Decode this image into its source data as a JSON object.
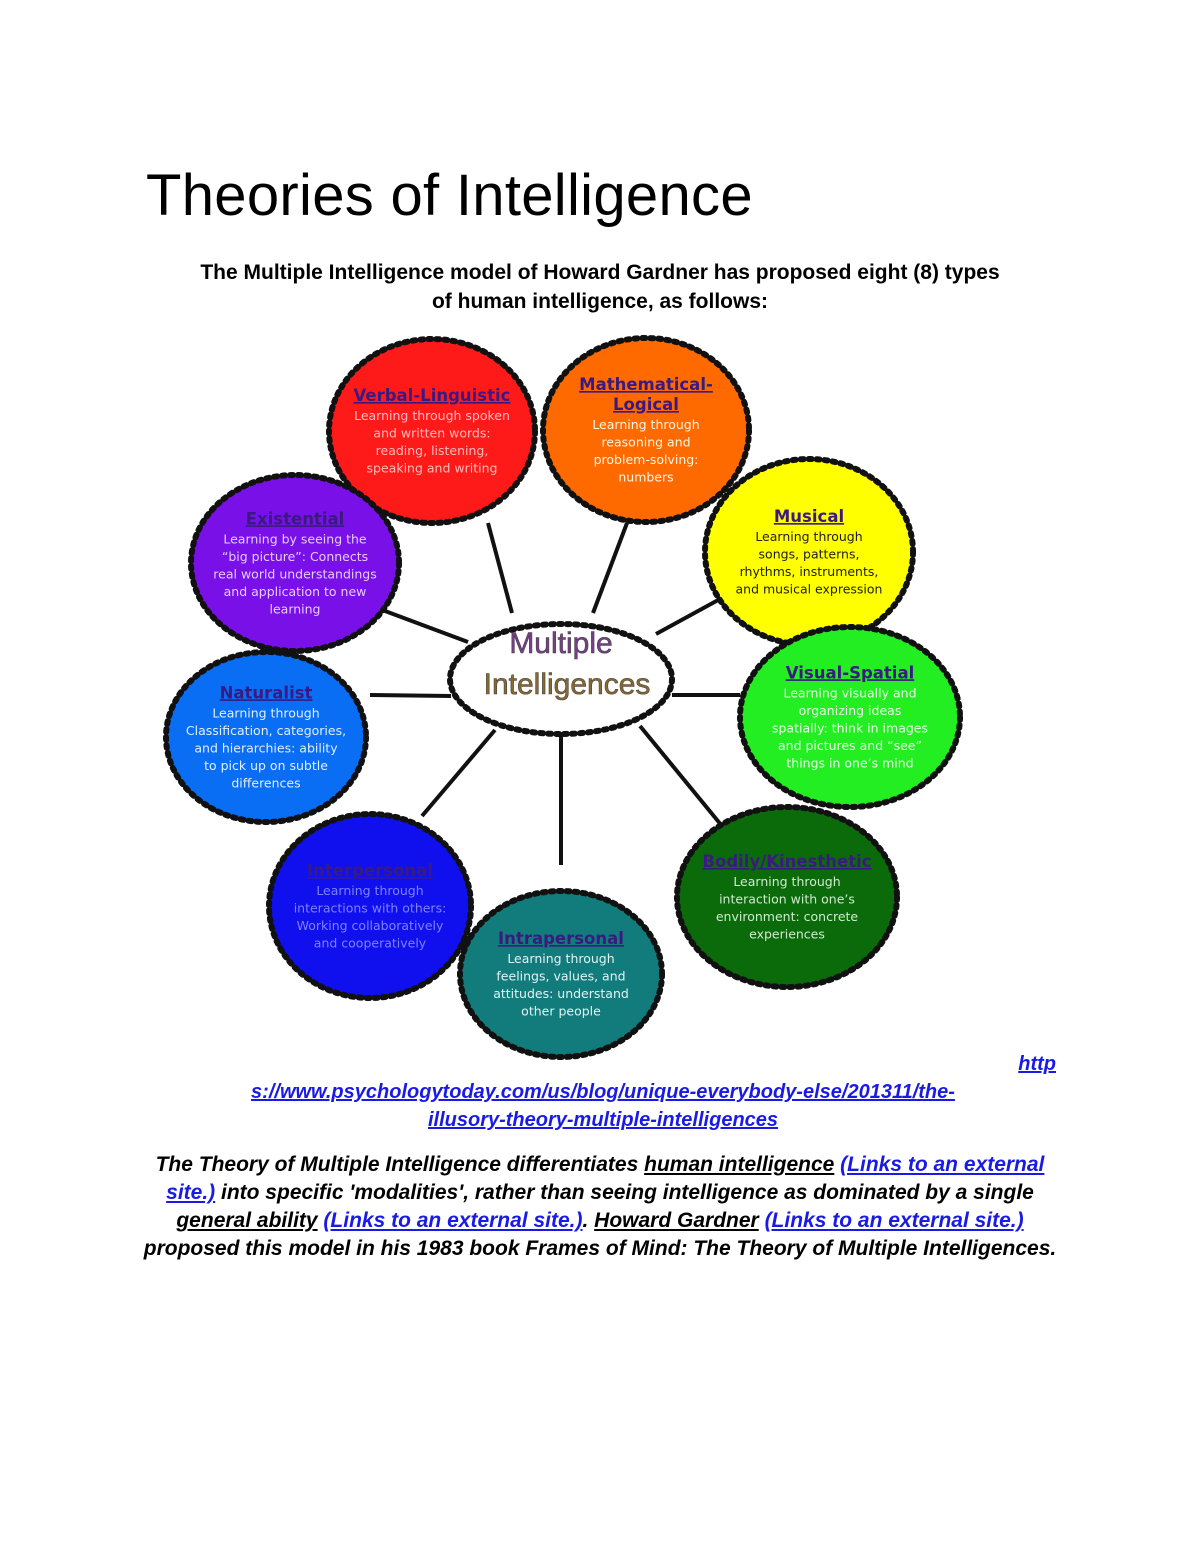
{
  "title": "Theories of Intelligence",
  "intro": {
    "line1": "The Multiple Intelligence model of Howard Gardner has proposed eight (8) types",
    "line2": "of human intelligence, as follows:"
  },
  "diagram": {
    "center_line1": "Multiple",
    "center_line2": "Intelligences",
    "nodes": [
      {
        "title_lines": [
          "Verbal-Linguistic"
        ],
        "desc_lines": [
          "Learning through spoken",
          "and written words:",
          "reading, listening,",
          "speaking and writing"
        ],
        "fill": "#ff1a1a",
        "desc_color": "#ffbbbb",
        "title_color": "#3a1a80"
      },
      {
        "title_lines": [
          "Mathematical-",
          "Logical"
        ],
        "desc_lines": [
          "Learning through",
          "reasoning and",
          "problem-solving:",
          "numbers"
        ],
        "fill": "#ff6a00",
        "desc_color": "#fff4e0",
        "title_color": "#3a1a80"
      },
      {
        "title_lines": [
          "Musical"
        ],
        "desc_lines": [
          "Learning through",
          "songs, patterns,",
          "rhythms, instruments,",
          "and musical expression"
        ],
        "fill": "#ffff00",
        "desc_color": "#202020",
        "title_color": "#3a1a80"
      },
      {
        "title_lines": [
          "Visual-Spatial"
        ],
        "desc_lines": [
          "Learning visually and",
          "organizing ideas",
          "spatially: think in images",
          "and pictures and “see”",
          "things in one’s mind"
        ],
        "fill": "#22ee22",
        "desc_color": "#e8ffe8",
        "title_color": "#3a1a80"
      },
      {
        "title_lines": [
          "Bodily/Kinesthetic"
        ],
        "desc_lines": [
          "Learning through",
          "interaction with one’s",
          "environment: concrete",
          "experiences"
        ],
        "fill": "#0b6b0b",
        "desc_color": "#cfeacf",
        "title_color": "#3a1a80"
      },
      {
        "title_lines": [
          "Intrapersonal"
        ],
        "desc_lines": [
          "Learning through",
          "feelings, values, and",
          "attitudes: understand",
          "other people"
        ],
        "fill": "#127c7c",
        "desc_color": "#e0f4f4",
        "title_color": "#3a1a80"
      },
      {
        "title_lines": [
          "Interpersonal"
        ],
        "desc_lines": [
          "Learning through",
          "interactions with others:",
          "Working collaboratively",
          "and cooperatively"
        ],
        "fill": "#1010ee",
        "desc_color": "#8080ff",
        "title_color": "#3a1a80"
      },
      {
        "title_lines": [
          "Naturalist"
        ],
        "desc_lines": [
          "Learning through",
          "Classification, categories,",
          "and hierarchies: ability",
          "to pick up on subtle",
          "differences"
        ],
        "fill": "#0a6ef5",
        "desc_color": "#e0eeff",
        "title_color": "#3a1a80"
      },
      {
        "title_lines": [
          "Existential"
        ],
        "desc_lines": [
          "Learning by seeing the",
          "“big picture”: Connects",
          "real world understandings",
          "and application to new",
          "learning"
        ],
        "fill": "#7a10e8",
        "desc_color": "#e4ccff",
        "title_color": "#3a1a80"
      }
    ]
  },
  "source_url": {
    "part1": "http",
    "part2": "s://www.psychologytoday.com/us/blog/unique-everybody-else/201311/the-",
    "part3": "illusory-theory-multiple-intelligences "
  },
  "paragraph": {
    "p1": "The  Theory of Multiple Intelligence differentiates ",
    "u1": "human intelligence",
    "link1": "(Links to an external site.)",
    "p2": " into specific 'modalities', rather than seeing intelligence as dominated by a single ",
    "u2": "general ability",
    "link2": "(Links to an external site.)",
    "p3": ". ",
    "u3": "Howard Gardner",
    "link3": "(Links to an external site.)",
    "p4": " proposed this model in his 1983 book Frames of Mind: The Theory of Multiple Intelligences."
  }
}
